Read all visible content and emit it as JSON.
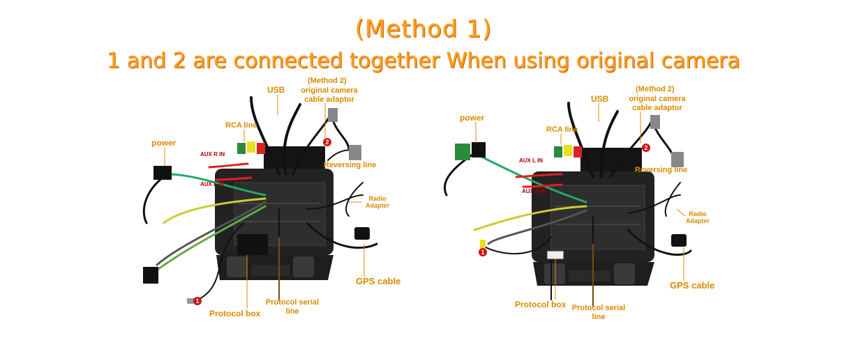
{
  "header": {
    "method1": "(Method 1)",
    "subtitle": "1 and 2 are connected together When using original camera"
  },
  "left_diagram": {
    "usb": "USB",
    "method2": "(Method 2)",
    "camera_adaptor": "original camera cable adaptor",
    "rca_line": "RCA line",
    "power": "power",
    "aux_r_in": "AUX R IN",
    "aux_l_in": "AUX L IN",
    "reversing_line": "Reversing line",
    "radio_adapter": "Radio Adapter",
    "gps_cable": "GPS cable",
    "protocol_box": "Protocol box",
    "protocol_serial_line": "Protocol serial line"
  },
  "right_diagram": {
    "power": "power",
    "usb": "USB",
    "method2": "(Method 2)",
    "camera_adaptor": "original camera cable adaptor",
    "rca_line": "RCA line",
    "aux_l_in": "AUX L IN",
    "aux_r_in": "AUX R IN",
    "reversing_line": "Reversing line",
    "radio_adapter": "Radio Adapter",
    "gps_cable": "GPS cable",
    "protocol_box": "Protocol box",
    "protocol_serial_line": "Protocol serial line"
  },
  "markers": {
    "one": "1",
    "two": "2"
  },
  "colors": {
    "title_orange": "#ff9f1a",
    "label_gold": "#d98a00",
    "marker_red": "#d01010"
  }
}
